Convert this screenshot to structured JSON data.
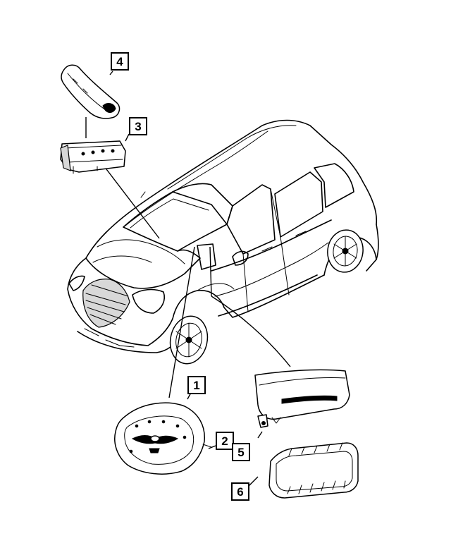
{
  "diagram": {
    "callouts": [
      {
        "id": "callout-4",
        "label": "4"
      },
      {
        "id": "callout-3",
        "label": "3"
      },
      {
        "id": "callout-1",
        "label": "1"
      },
      {
        "id": "callout-2",
        "label": "2"
      },
      {
        "id": "callout-5",
        "label": "5"
      },
      {
        "id": "callout-6",
        "label": "6"
      }
    ],
    "parts": [
      {
        "callout": "4",
        "icon": "instrument-cluster-bezel-icon"
      },
      {
        "callout": "3",
        "icon": "knee-airbag-module-icon"
      },
      {
        "callout": "1",
        "icon": "steering-wheel-airbag-icon"
      },
      {
        "callout": "2",
        "icon": "clockspring-pointer-icon"
      },
      {
        "callout": "5",
        "icon": "side-curtain-airbag-icon"
      },
      {
        "callout": "6",
        "icon": "passenger-airbag-module-icon"
      }
    ],
    "illustration": "vehicle-icon"
  }
}
